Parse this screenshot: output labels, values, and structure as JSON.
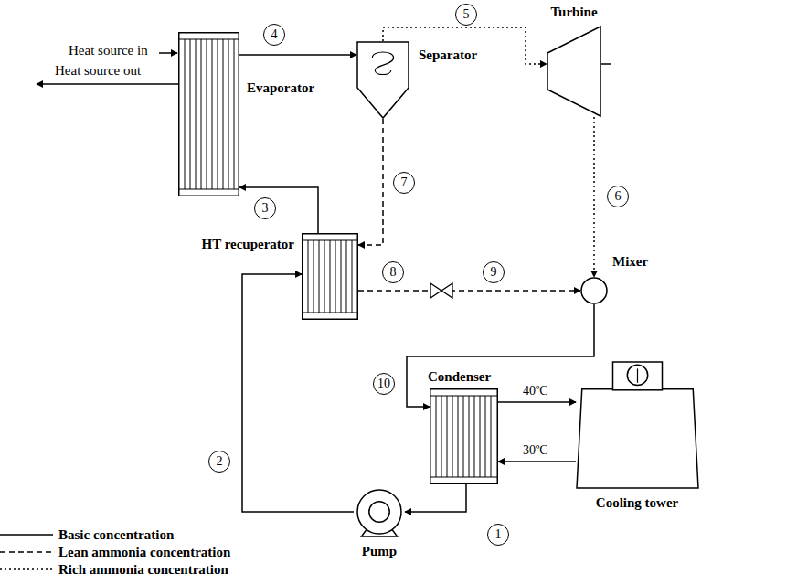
{
  "diagram": {
    "nodes": [
      {
        "text": [
          "Evaporator"
        ]
      },
      {
        "text": [
          "Separator"
        ]
      },
      {
        "text": [
          "Turbine"
        ]
      },
      {
        "text": [
          "HT recuperator"
        ]
      },
      {
        "text": [
          "Mixer"
        ]
      },
      {
        "text": [
          "Condenser"
        ]
      },
      {
        "text": [
          "Cooling tower"
        ]
      },
      {
        "text": [
          "Pump"
        ]
      }
    ],
    "edges": [
      {
        "from": 0,
        "to": 1,
        "arrow": "to"
      },
      {
        "from": 1,
        "to": 2,
        "arrow": "to"
      },
      {
        "from": 2,
        "to": 4,
        "arrow": "to"
      },
      {
        "from": 1,
        "to": 3,
        "arrow": "to"
      },
      {
        "from": 3,
        "to": 4,
        "arrow": "to"
      },
      {
        "from": 4,
        "to": 5,
        "arrow": "to"
      },
      {
        "from": 5,
        "to": 6,
        "label": "40ºC",
        "arrow": "to"
      },
      {
        "from": 6,
        "to": 5,
        "label": "30ºC",
        "arrow": "to"
      },
      {
        "from": 5,
        "to": 7,
        "arrow": "to"
      },
      {
        "from": 7,
        "to": 3,
        "arrow": "to"
      },
      {
        "from": 3,
        "to": 0,
        "arrow": "to"
      }
    ],
    "labels": [
      "5",
      "4",
      "Heat source in",
      "Heat source out",
      "7",
      "3",
      "8",
      "9",
      "6",
      "10",
      "2",
      "1"
    ],
    "legend": [
      {
        "text": "Basic concentration"
      },
      {
        "text": "Lean ammonia concentration"
      },
      {
        "text": "Rich ammonia concentration"
      }
    ]
  }
}
